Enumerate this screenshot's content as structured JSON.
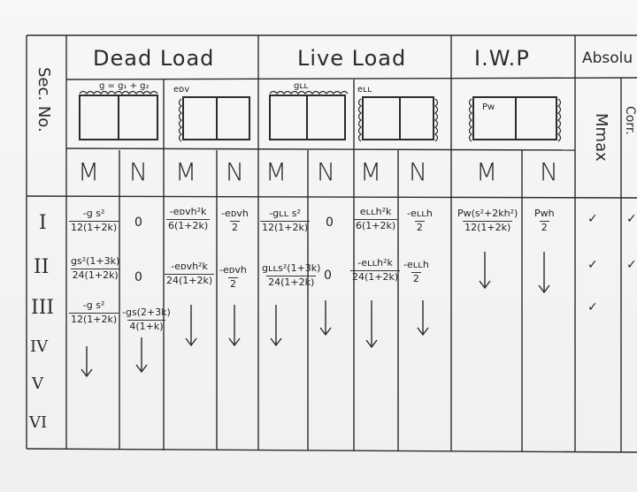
{
  "headers": {
    "sec_no": "Sec. No.",
    "dead_load": "Dead Load",
    "live_load": "Live Load",
    "iwp": "I.W.P",
    "absolute": "Absolu",
    "m_max": "Mmax",
    "corr": "Corr."
  },
  "frame_labels": {
    "dead_g": "g = g₁ + g₂",
    "dead_e": "eᴅᴠ",
    "live_g": "gʟʟ",
    "live_e": "eʟʟ",
    "iwp": "Pw"
  },
  "column_letters": [
    "M",
    "N",
    "M",
    "N",
    "M",
    "N",
    "M",
    "N",
    "M",
    "N"
  ],
  "sections": [
    "I",
    "II",
    "III",
    "IV",
    "V",
    "VI"
  ],
  "row1": {
    "dl_m": {
      "num": "-g s²",
      "den": "12(1+2k)"
    },
    "dl_n": "0",
    "dl_em": {
      "num": "-eᴅᴠh²k",
      "den": "6(1+2k)"
    },
    "dl_en": {
      "num": "-eᴅᴠh",
      "den": "2"
    },
    "ll_m": {
      "num": "-gʟʟ s²",
      "den": "12(1+2k)"
    },
    "ll_n": "0",
    "ll_em": {
      "num": "eʟʟh²k",
      "den": "6(1+2k)"
    },
    "ll_en": {
      "num": "-eʟʟh",
      "den": "2"
    },
    "iwp_m": {
      "num": "Pw(s²+2kh²)",
      "den": "12(1+2k)"
    },
    "iwp_n": {
      "num": "Pwh",
      "den": "2"
    }
  },
  "row2": {
    "dl_m": {
      "num": "gs²(1+3k)",
      "den": "24(1+2k)"
    },
    "dl_n": "0",
    "dl_em": {
      "num": "-eᴅᴠh²k",
      "den": "24(1+2k)"
    },
    "dl_en": {
      "num": "-eᴅᴠh",
      "den": "2"
    },
    "ll_m": {
      "num": "gʟʟs²(1+3k)",
      "den": "24(1+2k)"
    },
    "ll_n": "0",
    "ll_em": {
      "num": "-eʟʟh²k",
      "den": "24(1+2k)"
    },
    "ll_en": {
      "num": "-eʟʟh",
      "den": "2"
    }
  },
  "row3": {
    "dl_m": {
      "num": "-g s²",
      "den": "12(1+2k)"
    },
    "dl_n": {
      "num": "-gs(2+3k)",
      "den": "4(1+k)"
    }
  },
  "ticks": [
    "✓",
    "✓",
    "✓"
  ]
}
